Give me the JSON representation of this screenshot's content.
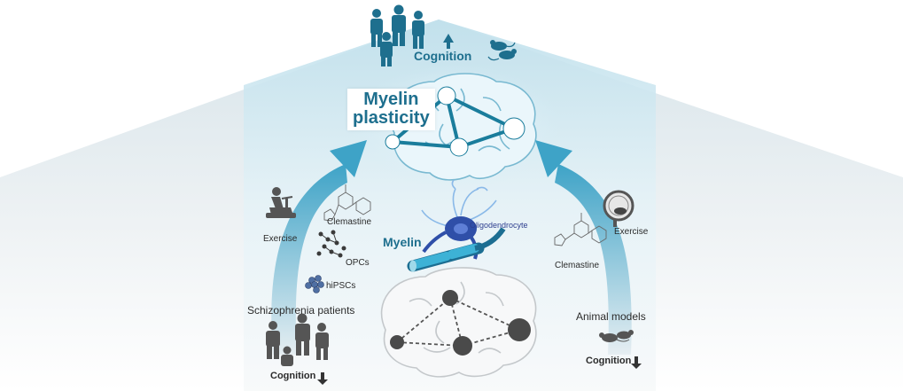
{
  "title": {
    "line1": "Myelin",
    "line2": "plasticity"
  },
  "top": {
    "cognition_label": "Cognition"
  },
  "center": {
    "myelin_label": "Myelin",
    "oligodendrocyte_label": "Oligodendrocyte"
  },
  "left": {
    "exercise_label": "Exercise",
    "clemastine_label": "Clemastine",
    "opcs_label": "OPCs",
    "hipscs_label": "hiPSCs",
    "group_label": "Schizophrenia patients",
    "cognition_label": "Cognition"
  },
  "right": {
    "exercise_label": "Exercise",
    "clemastine_label": "Clemastine",
    "group_label": "Animal models",
    "cognition_label": "Cognition"
  },
  "colors": {
    "accent": "#1e6f8e",
    "icon_dark": "#4a4a4a",
    "glow": "#3aa6c8"
  }
}
